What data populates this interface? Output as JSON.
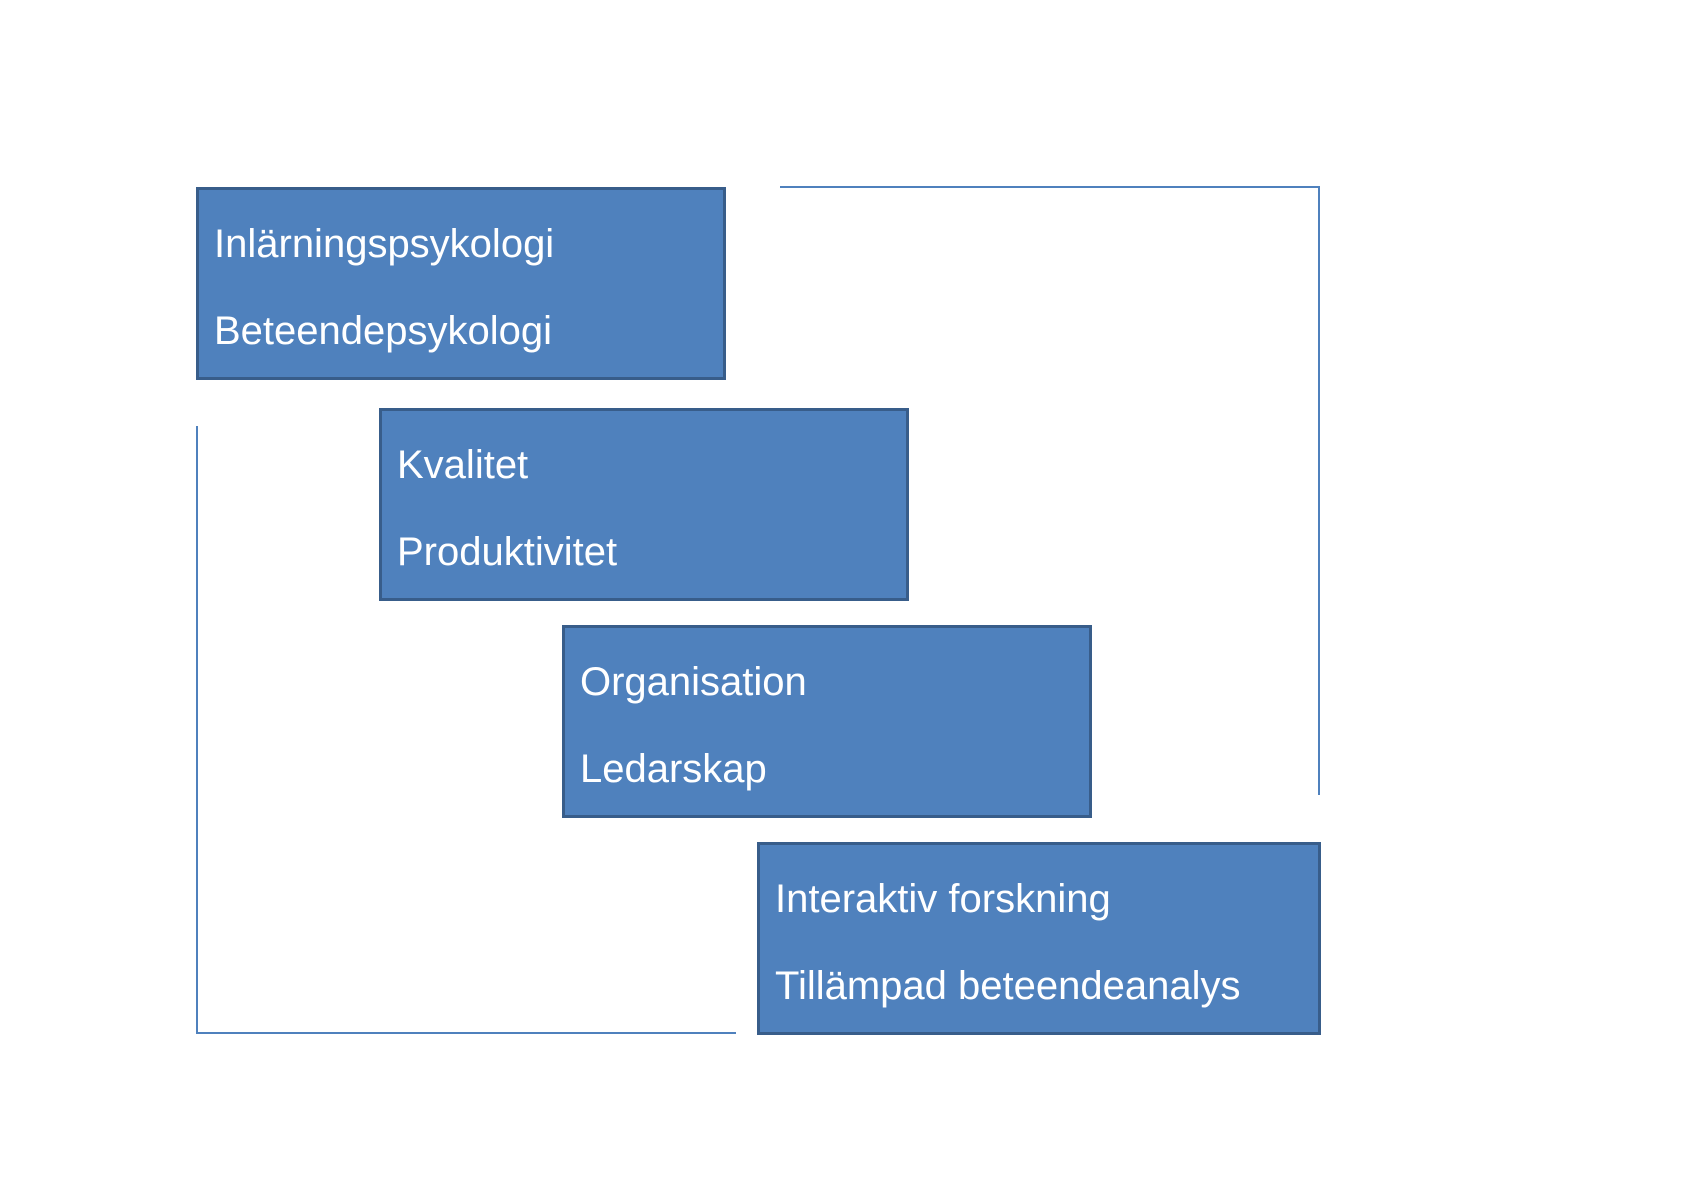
{
  "diagram": {
    "colors": {
      "box_fill": "#4f81bd",
      "box_border": "#385d8a",
      "text": "#ffffff",
      "connector": "#4f81bd"
    },
    "boxes": [
      {
        "line1": "Inlärningspsykologi",
        "line2": "Beteendepsykologi"
      },
      {
        "line1": "Kvalitet",
        "line2": "Produktivitet"
      },
      {
        "line1": "Organisation",
        "line2": "Ledarskap"
      },
      {
        "line1": "Interaktiv forskning",
        "line2": "Tillämpad beteendeanalys"
      }
    ]
  }
}
